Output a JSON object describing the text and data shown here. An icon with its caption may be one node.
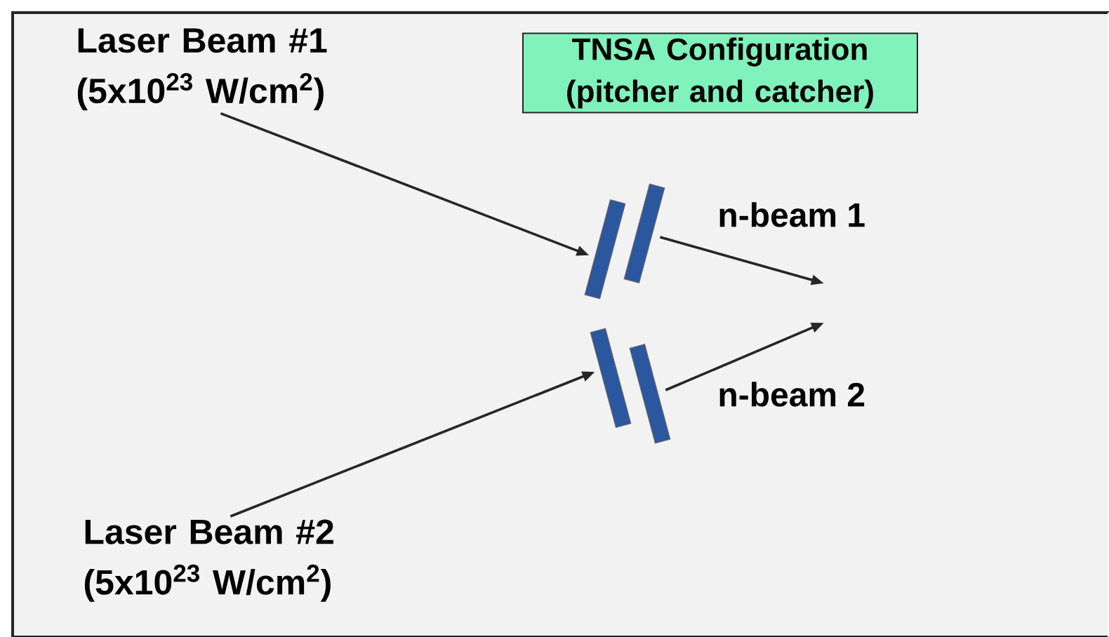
{
  "diagram": {
    "nodes": [
      {
        "text": [
          "Laser Beam #1 (5x10$^{23}$ W/cm$^{2}$)"
        ]
      },
      {
        "text": [
          "TNSA Configuration (pitcher and catcher)"
        ]
      },
      {
        "text": [],
        "shape": "bar"
      },
      {
        "text": [],
        "shape": "bar"
      },
      {
        "text": [
          "Laser Beam #2 (5x10$^{23}$ W/cm$^{2}$)"
        ]
      }
    ],
    "edges": [
      {
        "from": 0,
        "to": 2,
        "arrow": "to"
      },
      {
        "from": 2,
        "to": null,
        "arrow": "to",
        "label": "n-beam 1"
      },
      {
        "from": 3,
        "to": null,
        "arrow": "to",
        "label": "n-beam 2"
      },
      {
        "from": 4,
        "to": 3,
        "arrow": "to"
      }
    ]
  }
}
